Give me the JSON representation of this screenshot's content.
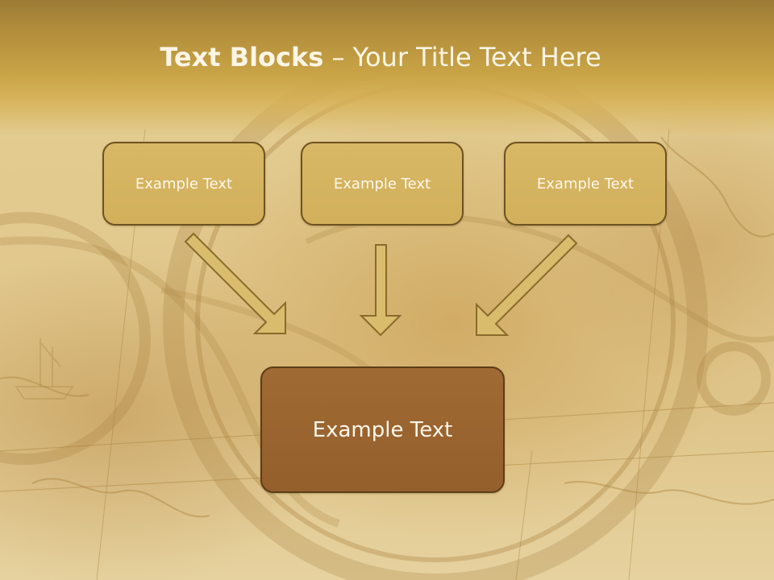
{
  "slide": {
    "title_bold": "Text Blocks",
    "title_rest": " – Your Title Text Here"
  },
  "boxes": {
    "top": [
      {
        "label": "Example Text"
      },
      {
        "label": "Example Text"
      },
      {
        "label": "Example Text"
      }
    ],
    "main": {
      "label": "Example Text"
    }
  },
  "colors": {
    "title_band": "#c9a446",
    "top_box_fill": "#d6b462",
    "main_box_fill": "#99622f",
    "arrow_fill": "#d9bd6c",
    "box_border": "#6e5321",
    "text": "#fdf7ea"
  }
}
